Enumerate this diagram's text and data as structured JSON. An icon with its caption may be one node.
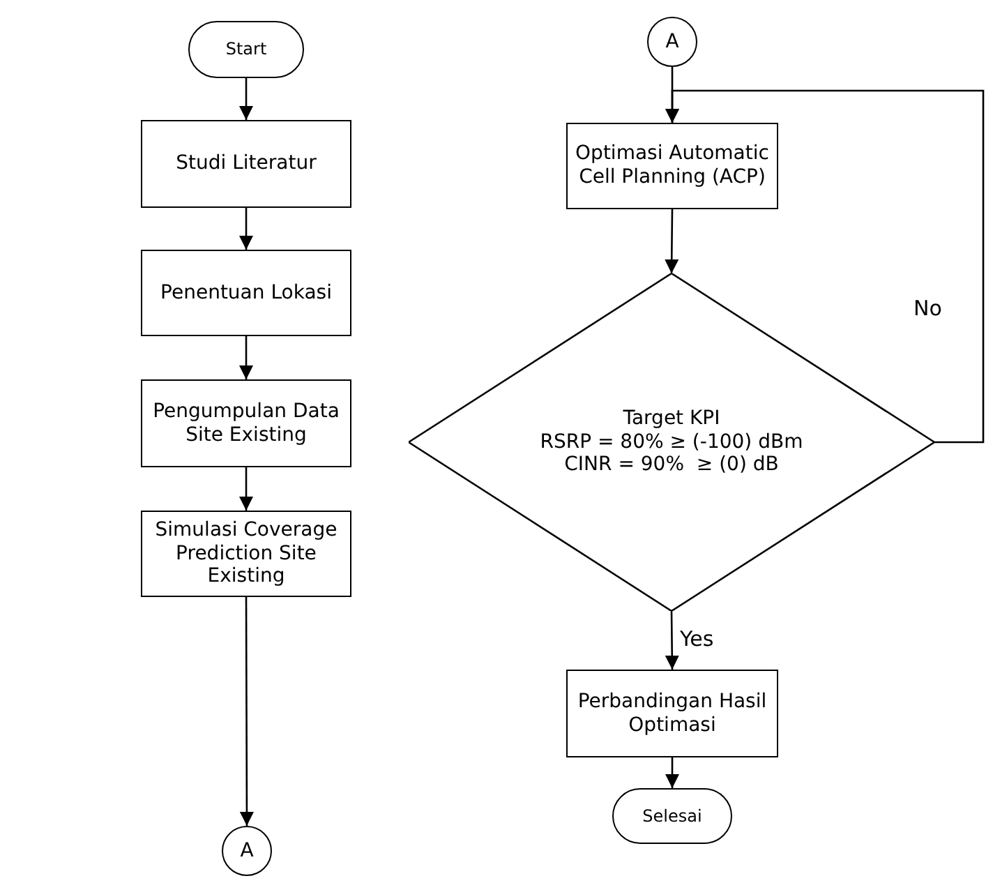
{
  "diagram": {
    "nodes": [
      {
        "text": [
          "Start"
        ]
      },
      {
        "text": [
          "Studi Literatur"
        ]
      },
      {
        "text": [
          "Penentuan Lokasi"
        ]
      },
      {
        "text": [
          "Pengumpulan Data Site Existing"
        ]
      },
      {
        "text": [
          "Simulasi Coverage Prediction Site Existing"
        ]
      },
      {
        "text": [
          "A"
        ]
      },
      {
        "text": [
          "A"
        ]
      },
      {
        "text": [
          "Optimasi Automatic Cell Planning (ACP)"
        ]
      },
      {
        "text": [
          "Target KPI",
          "RSRP = 80% ≥ (-100) dBm",
          "CINR = 90%  ≥ (0) dB"
        ]
      },
      {
        "text": [
          "Perbandingan Hasil Optimasi"
        ]
      },
      {
        "text": [
          "Selesai"
        ]
      }
    ],
    "edges": [
      {
        "from": 0,
        "to": 1,
        "arrow": "to"
      },
      {
        "from": 1,
        "to": 2,
        "arrow": "to"
      },
      {
        "from": 2,
        "to": 3,
        "arrow": "to"
      },
      {
        "from": 3,
        "to": 4,
        "arrow": "to"
      },
      {
        "from": 4,
        "to": 5,
        "arrow": "to"
      },
      {
        "from": 6,
        "to": 7,
        "arrow": "to"
      },
      {
        "from": 7,
        "to": 8,
        "arrow": "to"
      },
      {
        "from": 8,
        "to": 9,
        "label": "Yes",
        "arrow": "to"
      },
      {
        "from": 9,
        "to": 10,
        "arrow": "to"
      },
      {
        "from": 8,
        "to": 7,
        "label": "No",
        "arrow": "to"
      }
    ]
  }
}
